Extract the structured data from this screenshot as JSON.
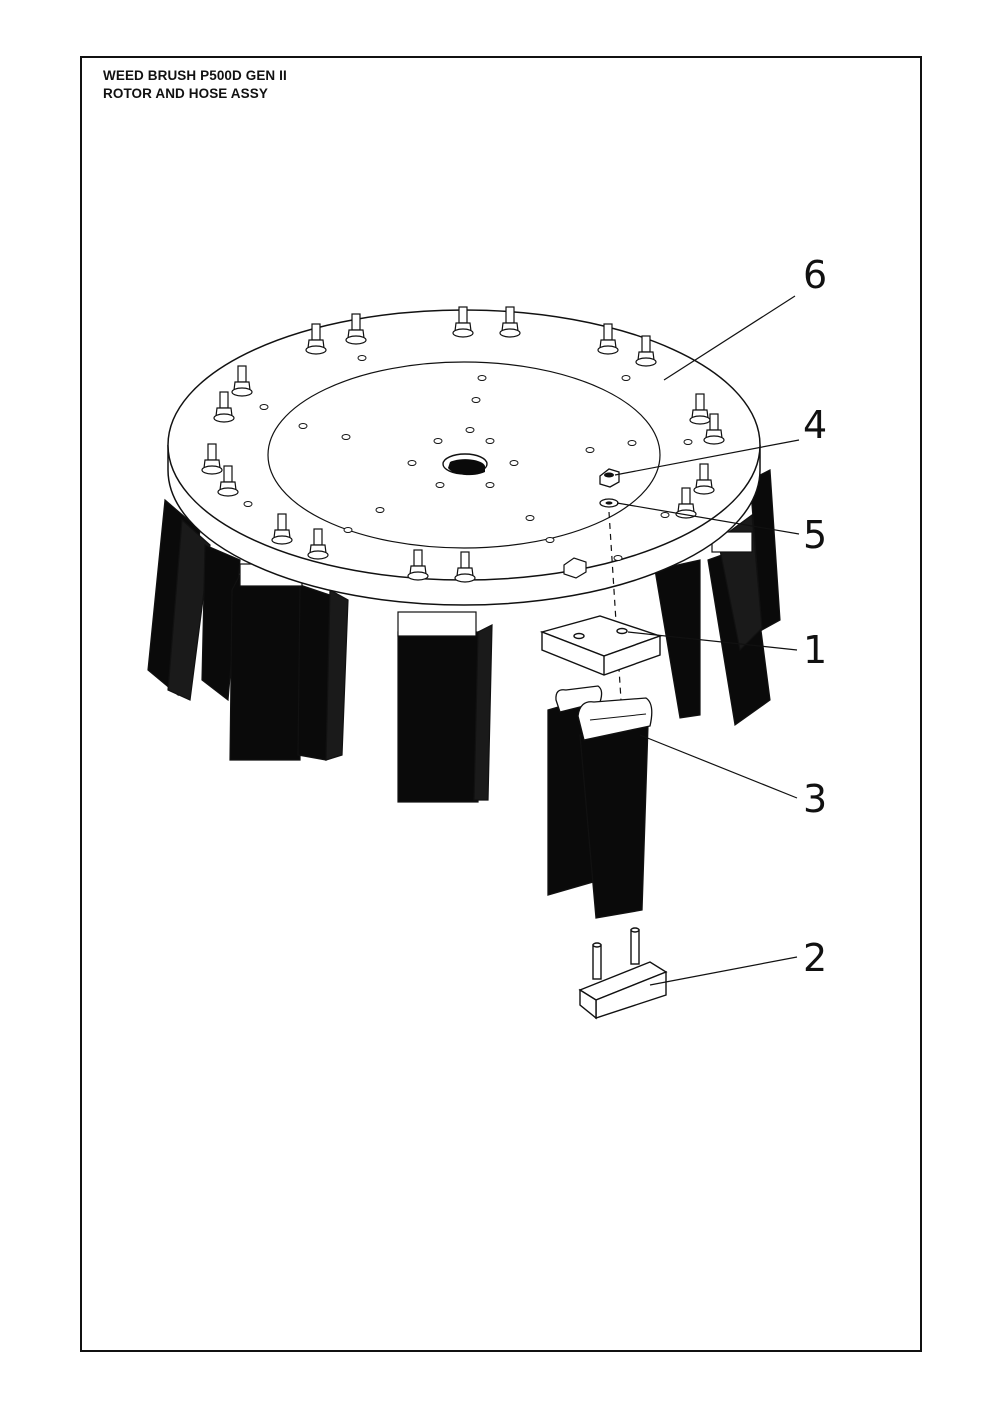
{
  "document": {
    "title_line_1": "WEED BRUSH P500D GEN II",
    "title_line_2": "ROTOR AND HOSE ASSY"
  },
  "callouts": [
    {
      "id": "6",
      "label": "6"
    },
    {
      "id": "4",
      "label": "4"
    },
    {
      "id": "5",
      "label": "5"
    },
    {
      "id": "1",
      "label": "1"
    },
    {
      "id": "3",
      "label": "3"
    },
    {
      "id": "2",
      "label": "2"
    }
  ],
  "colors": {
    "line": "#111111",
    "fill_dark": "#0a0a0a",
    "fill_light": "#ffffff"
  }
}
